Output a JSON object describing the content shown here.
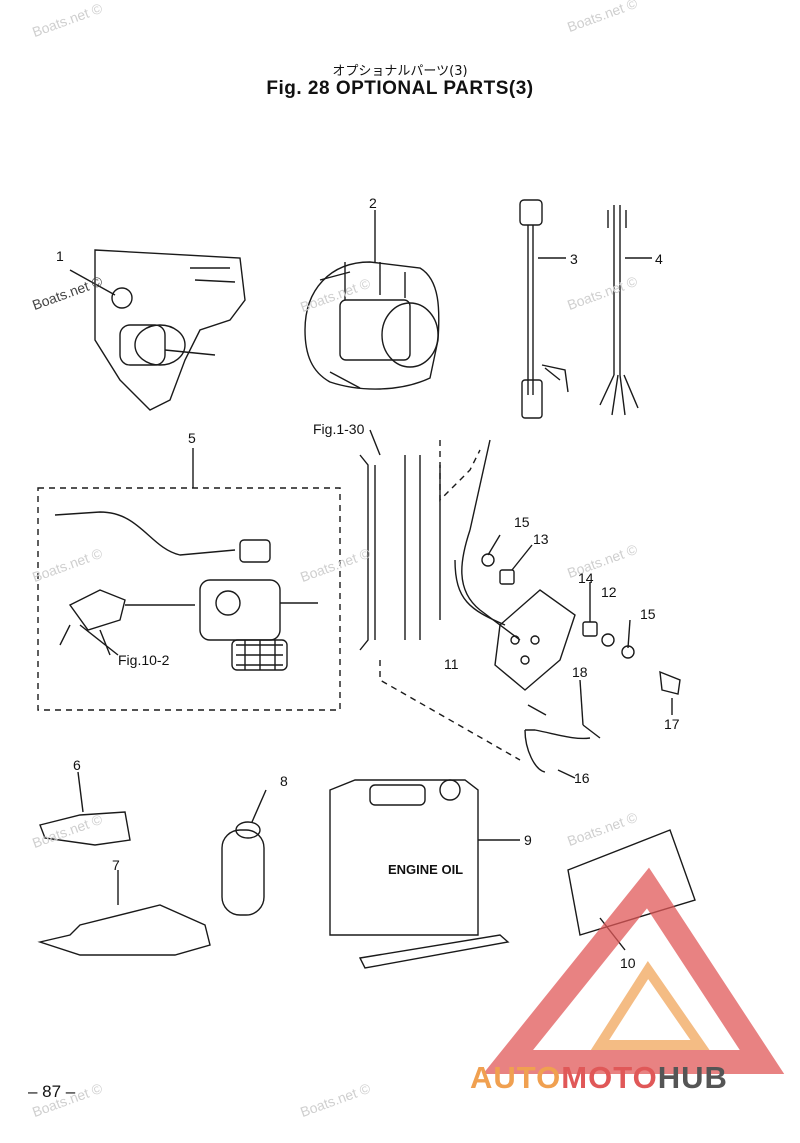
{
  "header": {
    "title_jp": "オプショナルパーツ(3)",
    "title": "Fig. 28    OPTIONAL PARTS(3)"
  },
  "callouts": [
    "1",
    "2",
    "3",
    "4",
    "5",
    "6",
    "7",
    "8",
    "9",
    "10",
    "11",
    "12",
    "13",
    "14",
    "15",
    "15",
    "16",
    "17",
    "18"
  ],
  "references": {
    "fig_1_30": "Fig.1-30",
    "fig_10_2": "Fig.10-2"
  },
  "can_label": "ENGINE OIL",
  "watermark": "Boats.net ©",
  "page_number": "– 87 –",
  "brand": {
    "part1": "AUTO",
    "part2": "MOTO",
    "part3": "HUB"
  },
  "colors": {
    "line": "#1a1a1a",
    "watermark": "#cfcfcf",
    "logo_red": "#e05858",
    "logo_orange": "#f0a050"
  }
}
